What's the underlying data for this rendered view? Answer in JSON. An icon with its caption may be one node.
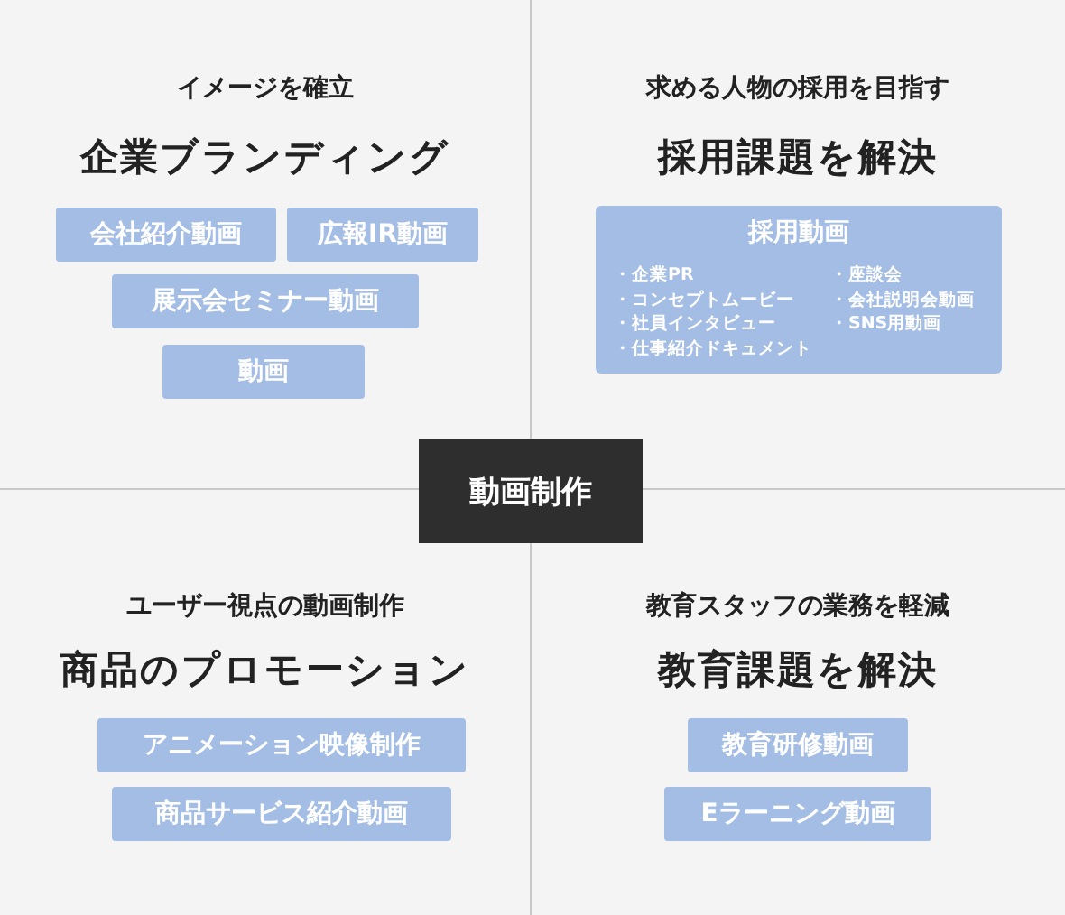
{
  "diagram": {
    "nodes": [
      {
        "text": [
          "動画制作"
        ]
      },
      {
        "text": [
          "会社紹介動画"
        ]
      },
      {
        "text": [
          "広報IR動画"
        ]
      },
      {
        "text": [
          "展示会セミナー動画"
        ]
      },
      {
        "text": [
          "動画"
        ]
      },
      {
        "text": [
          "採用動画",
          "・企業PR",
          "・コンセプトムービー",
          "・社員インタビュー",
          "・仕事紹介ドキュメント",
          "・座談会",
          "・会社説明会動画",
          "・SNS用動画"
        ]
      },
      {
        "text": [
          "アニメーション映像制作"
        ]
      },
      {
        "text": [
          "商品サービス紹介動画"
        ]
      },
      {
        "text": [
          "教育研修動画"
        ]
      },
      {
        "text": [
          "Eラーニング動画"
        ]
      }
    ],
    "edges": [],
    "labels": [
      "イメージを確立",
      "企業ブランディング",
      "求める人物の採用を目指す",
      "採用課題を解決",
      "ユーザー視点の動画制作",
      "商品のプロモーション",
      "教育スタッフの業務を軽減",
      "教育課題を解決"
    ]
  }
}
